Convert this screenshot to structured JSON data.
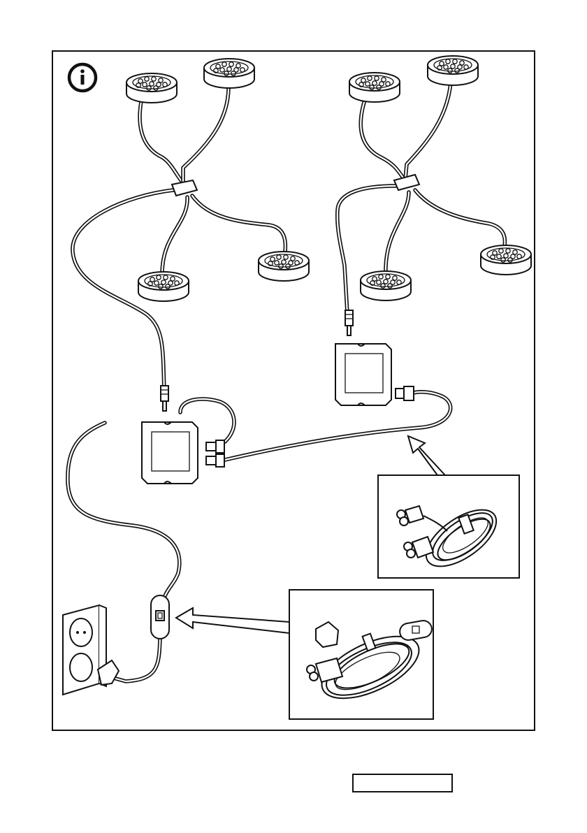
{
  "page": {
    "info_icon": "info-circle-icon",
    "label_box_text": ""
  },
  "illustration": {
    "left_group": {
      "lamps": 4,
      "splitter": "4-way-splitter",
      "driver": "led-driver-with-2-outputs"
    },
    "right_group": {
      "lamps": 4,
      "splitter": "4-way-splitter",
      "driver": "led-driver"
    },
    "accessories": [
      "connection-cord",
      "power-cord-with-switch-and-plug"
    ],
    "wall_outlet": "double-socket-outlet"
  },
  "colors": {
    "line": "#111111",
    "background": "#ffffff"
  }
}
